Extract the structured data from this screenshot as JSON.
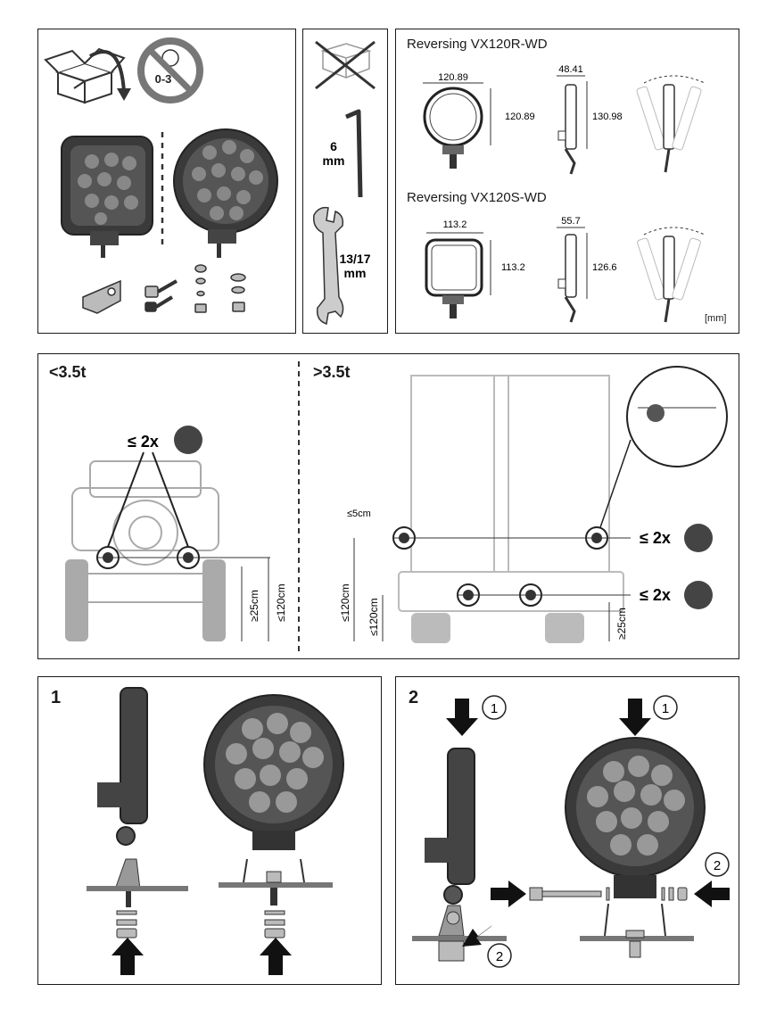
{
  "top": {
    "age_sign": "0-3",
    "tool_hex": "6",
    "tool_hex_unit": "mm",
    "tool_wrench": "13/17",
    "tool_wrench_unit": "mm",
    "model_round": {
      "title": "Reversing VX120R-WD",
      "width": "120.89",
      "height": "120.89",
      "depth": "48.41",
      "depth_height": "130.98"
    },
    "model_square": {
      "title": "Reversing VX120S-WD",
      "width": "113.2",
      "height": "113.2",
      "depth": "55.7",
      "depth_height": "126.6"
    },
    "unit": "[mm]"
  },
  "middle": {
    "left_heading": "<3.5t",
    "right_heading": ">3.5t",
    "left_count": "≤ 2x",
    "left_dim_a": "≥25cm",
    "left_dim_b": "≤120cm",
    "right_side_gap": "≤5cm",
    "right_count_upper": "≤ 2x",
    "right_count_lower": "≤ 2x",
    "right_dim_a": "≤120cm",
    "right_dim_b": "≤120cm",
    "right_dim_c": "≥25cm"
  },
  "steps": {
    "step1": "1",
    "step2": "2",
    "callout1": "1",
    "callout2": "2"
  }
}
